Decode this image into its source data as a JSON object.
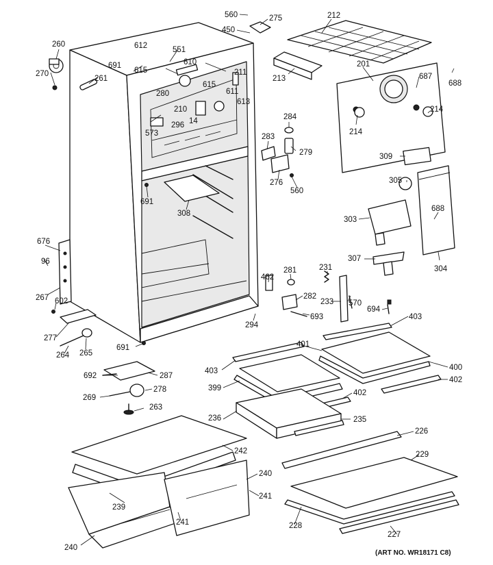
{
  "diagram": {
    "art_number": "(ART NO. WR18171 C8)",
    "part_labels": [
      "560",
      "275",
      "212",
      "450",
      "260",
      "612",
      "551",
      "691",
      "615",
      "610",
      "270",
      "261",
      "211",
      "201",
      "687",
      "688",
      "213",
      "280",
      "615",
      "611",
      "210",
      "613",
      "14",
      "296",
      "573",
      "284",
      "214",
      "214",
      "279",
      "283",
      "309",
      "276",
      "560",
      "305",
      "691",
      "308",
      "303",
      "688",
      "676",
      "96",
      "267",
      "602",
      "304",
      "307",
      "462",
      "281",
      "231",
      "282",
      "233",
      "570",
      "693",
      "694",
      "403",
      "294",
      "277",
      "264",
      "265",
      "691",
      "401",
      "403",
      "400",
      "402",
      "287",
      "692",
      "399",
      "402",
      "278",
      "269",
      "263",
      "236",
      "235",
      "226",
      "242",
      "229",
      "240",
      "239",
      "241",
      "241",
      "228",
      "240",
      "227"
    ]
  }
}
